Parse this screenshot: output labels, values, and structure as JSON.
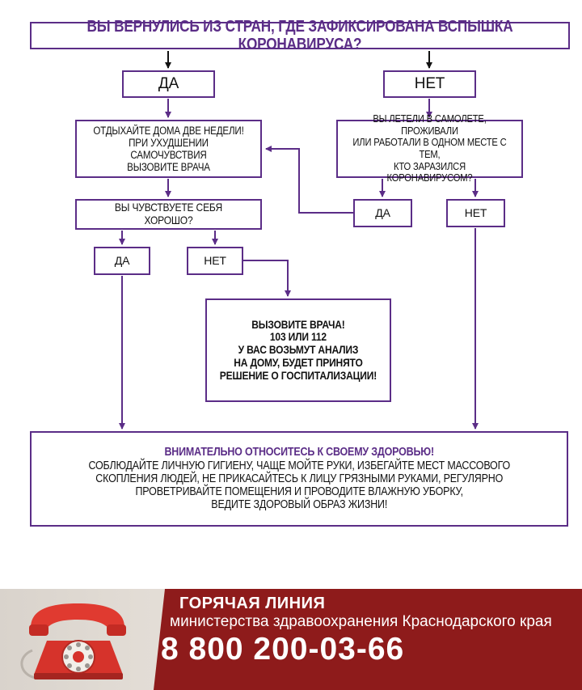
{
  "title": "ВЫ ВЕРНУЛИСЬ ИЗ СТРАН, ГДЕ ЗАФИКСИРОВАНА ВСПЫШКА КОРОНАВИРУСА?",
  "yes_top": "ДА",
  "no_top": "НЕТ",
  "rest": [
    "ОТДЫХАЙТЕ ДОМА ДВЕ НЕДЕЛИ!",
    "ПРИ УХУДШЕНИИ САМОЧУВСТВИЯ",
    "ВЫЗОВИТЕ ВРАЧА"
  ],
  "flew": [
    "ВЫ ЛЕТЕЛИ В САМОЛЕТЕ, ПРОЖИВАЛИ",
    "ИЛИ РАБОТАЛИ В ОДНОМ МЕСТЕ С ТЕМ,",
    "КТО ЗАРАЗИЛСЯ КОРОНАВИРУСОМ?"
  ],
  "feel": "ВЫ ЧУВСТВУЕТЕ СЕБЯ ХОРОШО?",
  "yes_contact": "ДА",
  "no_contact": "НЕТ",
  "yes_feel": "ДА",
  "no_feel": "НЕТ",
  "call": [
    "ВЫЗОВИТЕ ВРАЧА!",
    "103 ИЛИ 112",
    "У ВАС ВОЗЬМУТ АНАЛИЗ",
    "НА ДОМУ, БУДЕТ ПРИНЯТО",
    "РЕШЕНИЕ О ГОСПИТАЛИЗАЦИИ!"
  ],
  "health": {
    "headline": "ВНИМАТЕЛЬНО ОТНОСИТЕСЬ К СВОЕМУ ЗДОРОВЬЮ!",
    "lines": [
      "СОБЛЮДАЙТЕ ЛИЧНУЮ ГИГИЕНУ, ЧАЩЕ МОЙТЕ РУКИ, ИЗБЕГАЙТЕ МЕСТ МАССОВОГО",
      "СКОПЛЕНИЯ ЛЮДЕЙ, НЕ ПРИКАСАЙТЕСЬ К ЛИЦУ ГРЯЗНЫМИ РУКАМИ, РЕГУЛЯРНО",
      "ПРОВЕТРИВАЙТЕ ПОМЕЩЕНИЯ И ПРОВОДИТЕ ВЛАЖНУЮ УБОРКУ,",
      "ВЕДИТЕ ЗДОРОВЫЙ ОБРАЗ ЖИЗНИ!"
    ]
  },
  "banner": {
    "hotline": "ГОРЯЧАЯ ЛИНИЯ",
    "ministry": "министерства здравоохранения Краснодарского края",
    "phone": "8 800 200-03-66"
  },
  "colors": {
    "accent": "#5b2d87",
    "banner_red": "#8e1b1b",
    "phone_red": "#d6332b"
  },
  "icons": {
    "phone": "rotary-phone-icon"
  }
}
